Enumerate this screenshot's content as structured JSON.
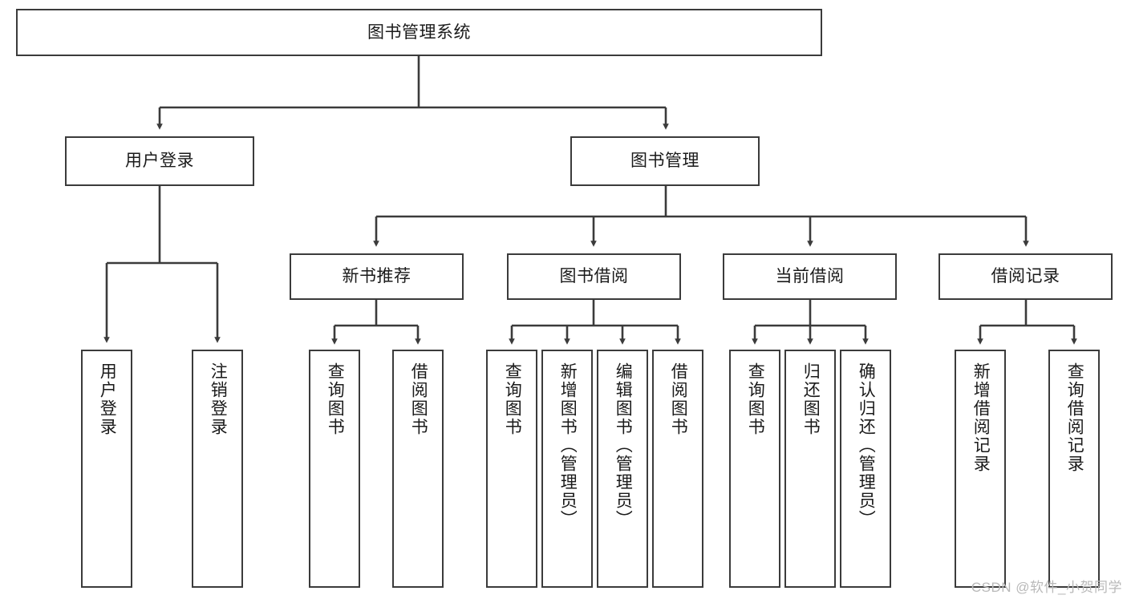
{
  "diagram": {
    "title": "图书管理系统",
    "type": "tree-hierarchy-diagram",
    "colors": {
      "stroke": "#3b3b3b",
      "fill": "#ffffff",
      "text": "#1a1a1a",
      "watermark": "#b9b9b9"
    },
    "root": {
      "label": "图书管理系统"
    },
    "level2": [
      {
        "label": "用户登录"
      },
      {
        "label": "图书管理"
      }
    ],
    "level3": [
      {
        "label": "新书推荐"
      },
      {
        "label": "图书借阅"
      },
      {
        "label": "当前借阅"
      },
      {
        "label": "借阅记录"
      }
    ],
    "leaves": {
      "user_login": [
        {
          "label": "用户登录"
        },
        {
          "label": "注销登录"
        }
      ],
      "new_book": [
        {
          "label": "查询图书"
        },
        {
          "label": "借阅图书"
        }
      ],
      "book_borrow": [
        {
          "label": "查询图书"
        },
        {
          "label": "新增图书（管理员）"
        },
        {
          "label": "编辑图书（管理员）"
        },
        {
          "label": "借阅图书"
        }
      ],
      "current_borrow": [
        {
          "label": "查询图书"
        },
        {
          "label": "归还图书"
        },
        {
          "label": "确认归还（管理员）"
        }
      ],
      "borrow_record": [
        {
          "label": "新增借阅记录"
        },
        {
          "label": "查询借阅记录"
        }
      ]
    }
  },
  "watermark": {
    "text": "CSDN @软件_小贺同学"
  }
}
